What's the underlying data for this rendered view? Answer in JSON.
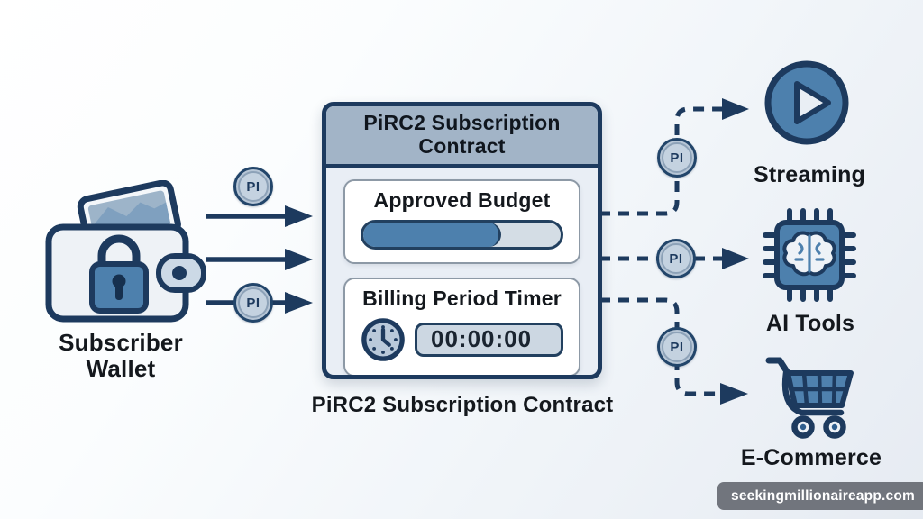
{
  "colors": {
    "outline_navy": "#1d3a5e",
    "steel_blue": "#4d80ad",
    "light_steel": "#b9c9da",
    "header_bg": "#a2b4c7",
    "box_bg": "#e9eef5",
    "progress_track": "#d4dde5",
    "timer_field_bg": "#ccd7e2",
    "watermark_bg": "#676c73",
    "label_text": "#14181d"
  },
  "wallet": {
    "icon": "locked-wallet-icon",
    "label_line1": "Subscriber",
    "label_line2": "Wallet"
  },
  "coin": {
    "symbol": "PI"
  },
  "contract": {
    "header_title": "PiRC2 Subscription Contract",
    "caption": "PiRC2 Subscription Contract",
    "budget": {
      "title": "Approved Budget",
      "progress_percent": 70
    },
    "timer": {
      "title": "Billing Period Timer",
      "value": "00:00:00",
      "icon": "clock-icon"
    }
  },
  "services": [
    {
      "label": "Streaming",
      "icon": "play-circle-icon"
    },
    {
      "label": "AI Tools",
      "icon": "ai-chip-brain-icon"
    },
    {
      "label": "E-Commerce",
      "icon": "shopping-cart-icon"
    }
  ],
  "watermark": {
    "text": "seekingmillionaireapp.com"
  }
}
